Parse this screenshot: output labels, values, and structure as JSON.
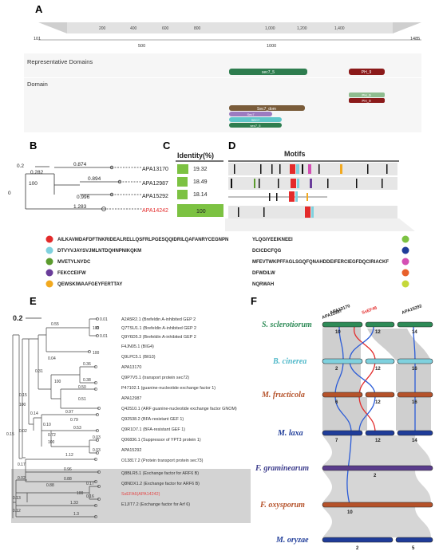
{
  "panels": {
    "a": {
      "label": "A",
      "ruler_ticks": [
        "200",
        "400",
        "600",
        "800",
        "1,000",
        "1,200",
        "1,400"
      ],
      "scale_start": "101",
      "scale_end": "1485",
      "scale_ticks": [
        "500",
        "1000"
      ],
      "section_rep": "Representative Domains",
      "section_domain": "Domain",
      "domains": {
        "sec7_rep": "sec7_5",
        "ph_rep": "PH_9",
        "ph1": "PH_9",
        "ph2": "PH_9",
        "sec7_dom": "Sec7_dom",
        "sec7_small": "Sec7",
        "sec7_a": "SEC7",
        "sec7_b": "sec7_5"
      },
      "colors": {
        "green": "#2e7d4f",
        "brown": "#7a5c3a",
        "red": "#8b1a1a",
        "lightgreen": "#8fbc8f",
        "purple": "#9c7bc0",
        "cyan": "#5fc6c9"
      }
    },
    "b": {
      "label": "B",
      "scale": "0.2",
      "axis_zero": "0",
      "branch_values": [
        "0.874",
        "0.282",
        "100",
        "0.894",
        "0.996",
        "1.283"
      ],
      "taxa": [
        "APA13170",
        "APA12987",
        "APA15292",
        "APA14242"
      ]
    },
    "c": {
      "label": "C",
      "header": "Identity(%)",
      "values": [
        "19.32",
        "18.49",
        "18.14",
        "100"
      ],
      "color": "#7cc242"
    },
    "d": {
      "label": "D",
      "header": "Motifs"
    },
    "legend": {
      "left": [
        {
          "color": "#e32b2b",
          "text": "AILKAVMDAFDFTNKRIDEALRELLQSFRLPGESQQIDRILQAFANRYCEGNPN"
        },
        {
          "color": "#7fd1de",
          "text": "DTVYVJAYSVJMLNTDQHNPNIKQKM"
        },
        {
          "color": "#5b9b2e",
          "text": "MVETYLNYDC"
        },
        {
          "color": "#6a3d9a",
          "text": "FEKCCEIFW"
        },
        {
          "color": "#f2a91f",
          "text": "QEWSKIWAAFGEYFERTTAY"
        }
      ],
      "right": [
        {
          "color": "#7cc242",
          "text": "YLQGIYEEIKNEEI"
        },
        {
          "color": "#1f3c99",
          "text": "DCICDCFQG"
        },
        {
          "color": "#d44fb3",
          "text": "MFEVTWKPFFAGLSGQFQNAHDDEIFERCIEGFDQCIRIACKF"
        },
        {
          "color": "#e8612c",
          "text": "DFWDILW"
        },
        {
          "color": "#c5d83a",
          "text": "NQRWAH"
        }
      ]
    },
    "e": {
      "label": "E",
      "scale": "0.2",
      "taxa": [
        "A2A5R2.1 (Brefeldin A-inhibited GEP 2",
        "Q7TSU1.1 (Brefeldin A-inhibited GEP 2",
        "Q9Y6D5.3 (Brefeldin A-inhibited GEP 2",
        "F4JN05.1 (BIG4)",
        "Q9LPC5.1 (BIG3)",
        "APA13170",
        "Q9P7V5.1 (transport protein sec72)",
        "P47102.1 (guanine-nucleotide exchange factor 1)",
        "APA12987",
        "Q42510.1 (ARF guanine-nucleotide exchange factor GNOM)",
        "Q92538.2 (BFA-resistant GEF 1)",
        "Q9R1D7.1 (BFA-resistant GEF 1)",
        "Q06836.1 (Suppressor of YPT3 protein 1)",
        "APA15292",
        "O13817.2 (Protein transport protein sec73)",
        "Q8BLR5.1 (Exchange factor for ARF6 B)",
        "Q8NDX1.2 (Exchange factor for ARF6 B)",
        "SsEFA6(APA14242)",
        "E1JIT7.2 (Exchange factor for Arf 6)"
      ],
      "values": [
        "0.01",
        "100",
        "0.01",
        "100",
        "0.55",
        "0.36",
        "0.04",
        "0.31",
        "0.38",
        "100",
        "0.50",
        "0.15",
        "0.51",
        "100",
        "0.97",
        "0.79",
        "0.14",
        "0.10",
        "0.72",
        "0.53",
        "100",
        "0.03",
        "0.02",
        "0.03",
        "1.12",
        "0.17",
        "0.96",
        "0.88",
        "0.02",
        "0.15",
        "0.88",
        "100",
        "0.17",
        "0.16",
        "1.33",
        "0.13",
        "0.12",
        "1.3"
      ],
      "highlight_color": "#e34a4a"
    },
    "f": {
      "label": "F",
      "species": [
        "S. sclerotiorum",
        "B. cinerea",
        "M. fructicola",
        "M. laxa",
        "F. graminearum",
        "F. oxysporum",
        "M. oryzae"
      ],
      "species_colors": [
        "#2e8b57",
        "#4fb8c9",
        "#b5522a",
        "#1f3c99",
        "#3c3c8c",
        "#b5522a",
        "#1f3c99"
      ],
      "top_labels": [
        "APA12987",
        "APA13170",
        "SsEF46",
        "APA15292"
      ],
      "chromosomes": {
        "s_scl": [
          "10",
          "12",
          "14"
        ],
        "b_cin": [
          "2",
          "12",
          "16"
        ],
        "m_fru": [
          "6",
          "12",
          "16"
        ],
        "m_lax": [
          "7",
          "12",
          "14"
        ],
        "f_gra": [
          "2"
        ],
        "f_oxy": [
          "10"
        ],
        "m_ory": [
          "2",
          "5"
        ]
      }
    }
  }
}
